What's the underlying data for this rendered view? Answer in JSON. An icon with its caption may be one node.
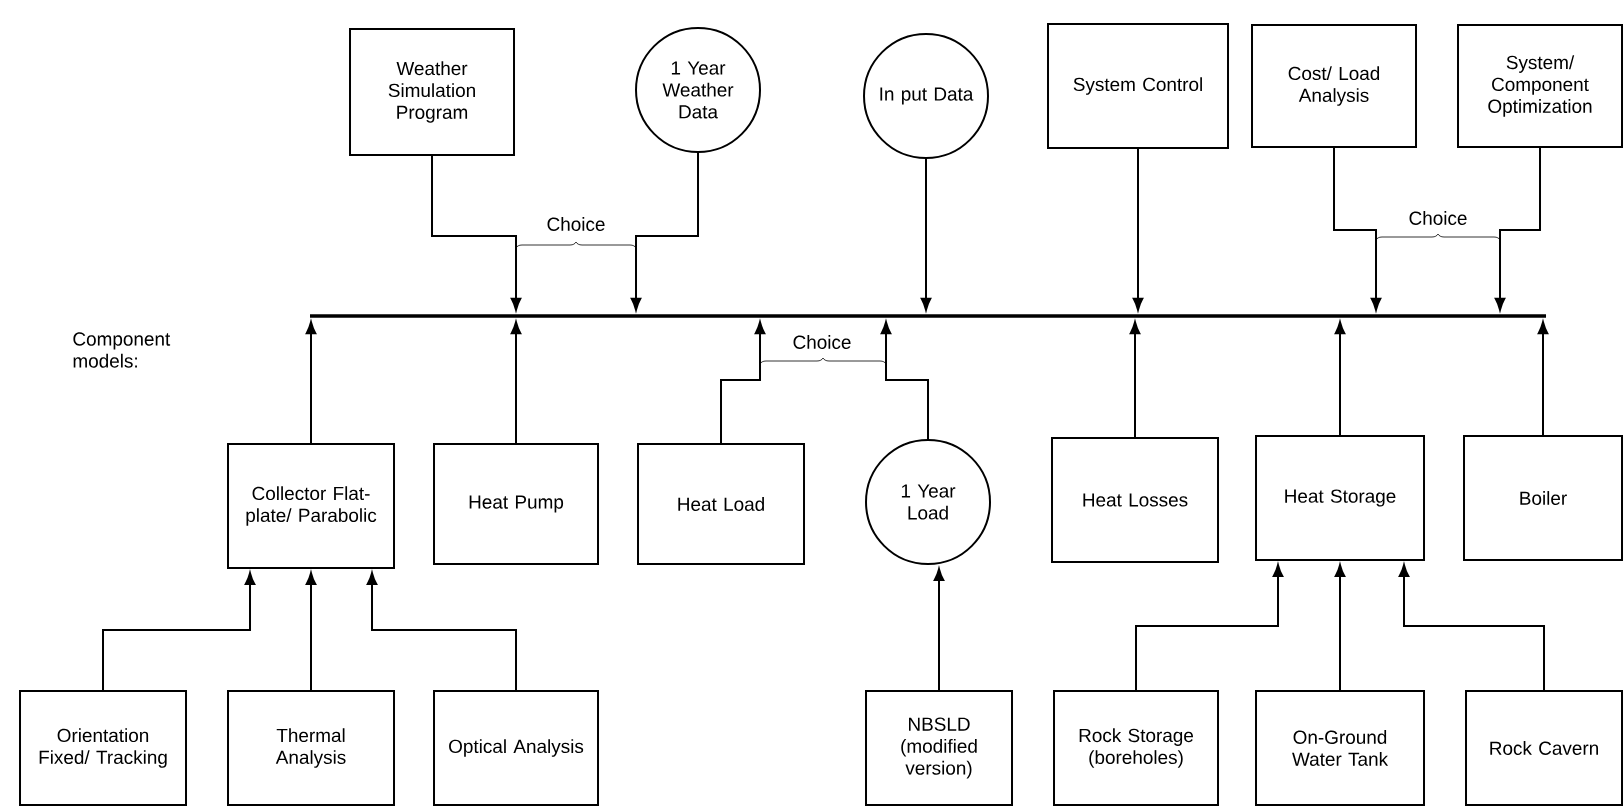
{
  "diagram": {
    "nodes": [
      {
        "text": [
          "Weather Simulation Program"
        ]
      },
      {
        "text": [
          "1 Year Weather Data"
        ]
      },
      {
        "text": [
          "In put Data"
        ]
      },
      {
        "text": [
          "System Control"
        ]
      },
      {
        "text": [
          "Cost/ Load Analysis"
        ]
      },
      {
        "text": [
          "System/ Component Optimization"
        ]
      },
      {
        "text": [],
        "shape": "bar"
      },
      {
        "text": [
          "Collector Flat-plate/ Parabolic"
        ]
      },
      {
        "text": [
          "Heat Pump"
        ]
      },
      {
        "text": [
          "Heat Load"
        ]
      },
      {
        "text": [
          "1 Year Load"
        ]
      },
      {
        "text": [
          "Heat Losses"
        ]
      },
      {
        "text": [
          "Heat Storage"
        ]
      },
      {
        "text": [
          "Boiler"
        ]
      },
      {
        "text": [
          "Orientation Fixed/ Tracking"
        ]
      },
      {
        "text": [
          "Thermal Analysis"
        ]
      },
      {
        "text": [
          "Optical Analysis"
        ]
      },
      {
        "text": [
          "NBSLD (modified version)"
        ]
      },
      {
        "text": [
          "Rock Storage (boreholes)"
        ]
      },
      {
        "text": [
          "On-Ground Water Tank"
        ]
      },
      {
        "text": [
          "Rock Cavern"
        ]
      }
    ],
    "edges": [
      {
        "from": 0,
        "to": 6,
        "arrow": "to"
      },
      {
        "from": 1,
        "to": 6,
        "arrow": "to"
      },
      {
        "from": 2,
        "to": 6,
        "arrow": "to"
      },
      {
        "from": 3,
        "to": 6,
        "arrow": "to"
      },
      {
        "from": 4,
        "to": 6,
        "arrow": "to"
      },
      {
        "from": 5,
        "to": 6,
        "arrow": "to"
      },
      {
        "from": 7,
        "to": 6,
        "arrow": "to"
      },
      {
        "from": 8,
        "to": 6,
        "arrow": "to"
      },
      {
        "from": 9,
        "to": 6,
        "arrow": "to"
      },
      {
        "from": 10,
        "to": 6,
        "arrow": "to"
      },
      {
        "from": 11,
        "to": 6,
        "arrow": "to"
      },
      {
        "from": 12,
        "to": 6,
        "arrow": "to"
      },
      {
        "from": 13,
        "to": 6,
        "arrow": "to"
      },
      {
        "from": 14,
        "to": 7,
        "arrow": "to"
      },
      {
        "from": 15,
        "to": 7,
        "arrow": "to"
      },
      {
        "from": 16,
        "to": 7,
        "arrow": "to"
      },
      {
        "from": 17,
        "to": 10,
        "arrow": "to"
      },
      {
        "from": 18,
        "to": 12,
        "arrow": "to"
      },
      {
        "from": 19,
        "to": 12,
        "arrow": "to"
      },
      {
        "from": 20,
        "to": 12,
        "arrow": "to"
      }
    ],
    "labels": [
      "Component models:",
      "Choice",
      "Choice",
      "Choice"
    ]
  }
}
